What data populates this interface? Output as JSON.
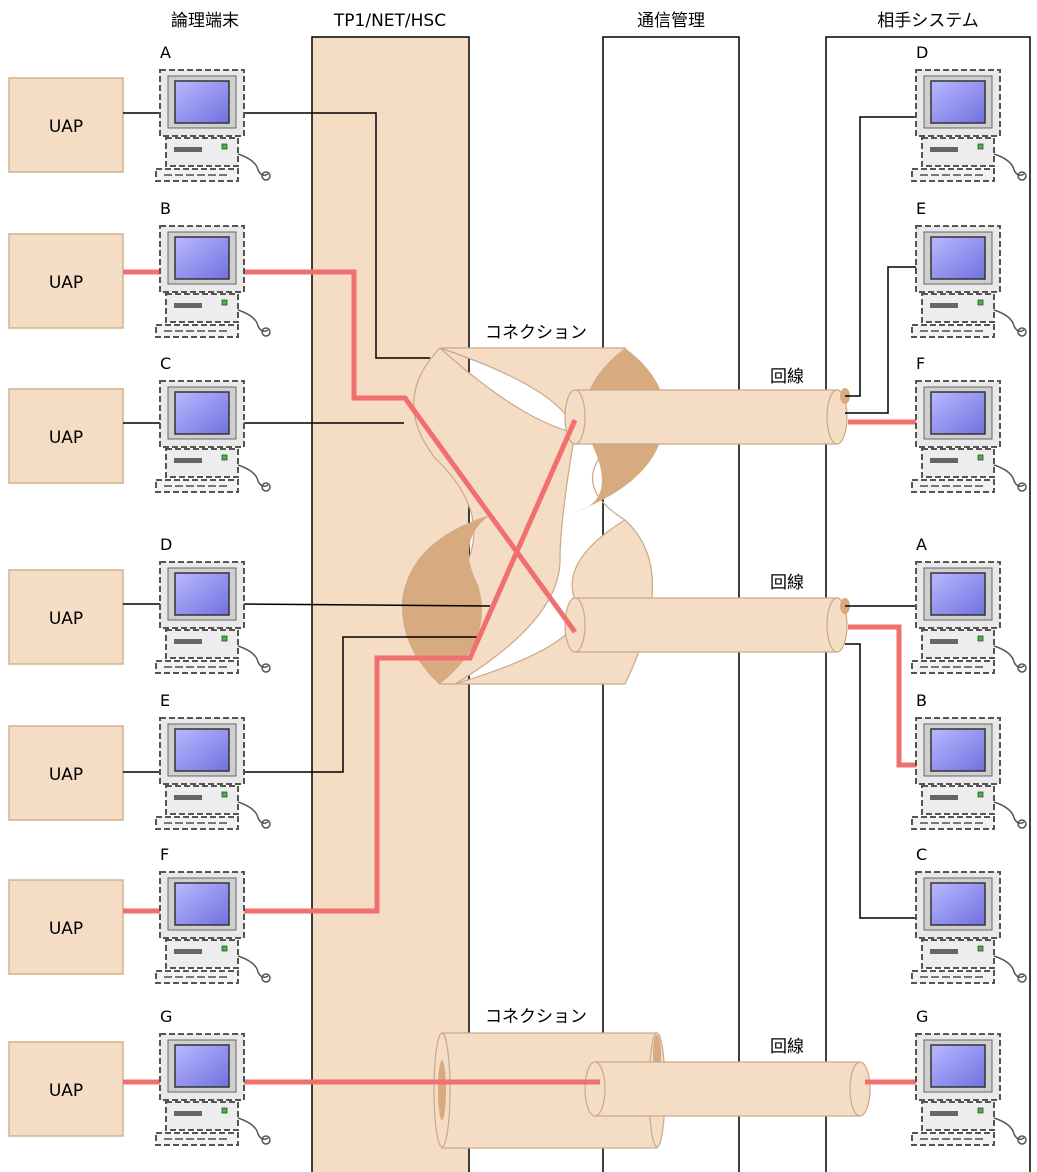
{
  "headers": {
    "logical_terminal": "論理端末",
    "tp1": "TP1/NET/HSC",
    "comm_mgmt": "通信管理",
    "remote_system": "相手システム"
  },
  "uap_label": "UAP",
  "connection_label": "コネクション",
  "line_label": "回線",
  "left_terminals": [
    "A",
    "B",
    "C",
    "D",
    "E",
    "F",
    "G"
  ],
  "right_terminals": [
    "D",
    "E",
    "F",
    "A",
    "B",
    "C",
    "G"
  ],
  "colors": {
    "band": "#f5dcc4",
    "band_stroke": "#c9a888",
    "dark_lobe": "#d7aa80",
    "highlight_path": "#f07070",
    "monitor_screen": "#8888ee",
    "monitor_body": "#e6e6e6"
  }
}
